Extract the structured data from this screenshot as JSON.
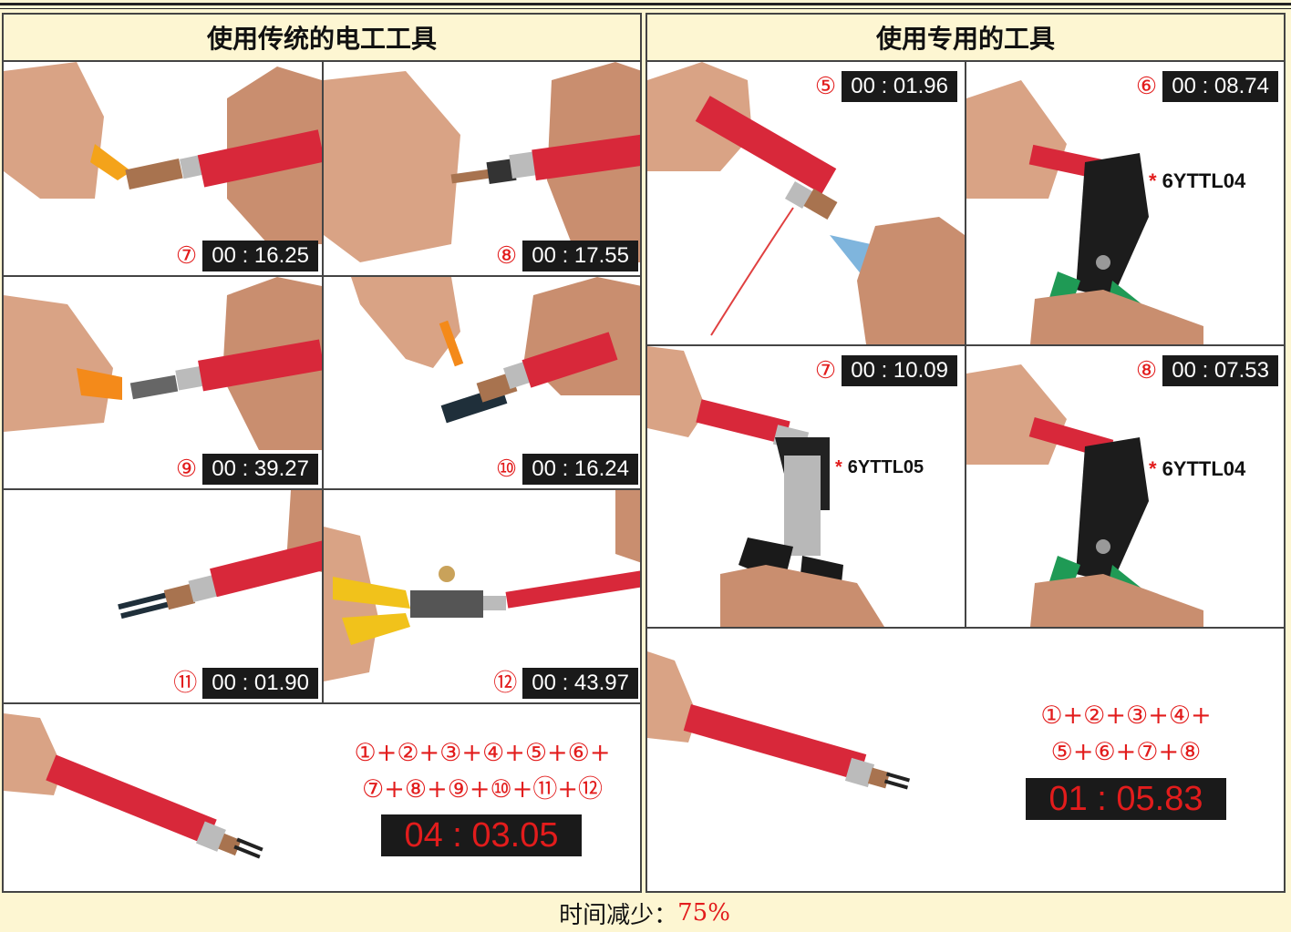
{
  "left": {
    "title": "使用传统的电工工具",
    "steps": [
      {
        "marker": "⑦",
        "time": "00 : 16.25"
      },
      {
        "marker": "⑧",
        "time": "00 : 17.55"
      },
      {
        "marker": "⑨",
        "time": "00 : 39.27"
      },
      {
        "marker": "⑩",
        "time": "00 : 16.24"
      },
      {
        "marker": "⑪",
        "time": "00 : 01.90"
      },
      {
        "marker": "⑫",
        "time": "00 : 43.97"
      }
    ],
    "formula_line1": "①+②+③+④+⑤+⑥+",
    "formula_line2": "⑦+⑧+⑨+⑩+⑪+⑫",
    "total": "04 : 03.05"
  },
  "right": {
    "title": "使用专用的工具",
    "steps": [
      {
        "marker": "⑤",
        "time": "00 : 01.96"
      },
      {
        "marker": "⑥",
        "time": "00 : 08.74"
      },
      {
        "marker": "⑦",
        "time": "00 : 10.09"
      },
      {
        "marker": "⑧",
        "time": "00 : 07.53"
      }
    ],
    "models": [
      {
        "star": "*",
        "code": "6YTTL04"
      },
      {
        "star": "*",
        "code": "6YTTL05"
      },
      {
        "star": "*",
        "code": "6YTTL04"
      }
    ],
    "formula_line1": "①+②+③+④+",
    "formula_line2": "⑤+⑥+⑦+⑧",
    "total": "01 : 05.83"
  },
  "footer": {
    "label": "时间减少：",
    "value": "75%"
  },
  "colors": {
    "accent_red": "#e21c1c",
    "timer_bg": "#1a1a1a",
    "header_bg": "#fdf6d2",
    "cable_red": "#d8283a",
    "copper": "#a8734f"
  }
}
